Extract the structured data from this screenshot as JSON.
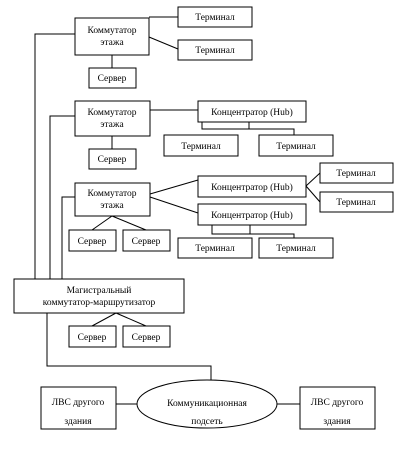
{
  "floor_switch": [
    "Коммутатор",
    "этажа"
  ],
  "terminal": "Терминал",
  "server": "Сервер",
  "hub": "Концентратор (Hub)",
  "backbone_router": [
    "Магистральный",
    "коммутатор-маршрутизатор"
  ],
  "comm_subnet": [
    "Коммуникационная",
    "подсеть"
  ],
  "lan_other_building": [
    "ЛВС другого",
    "здания"
  ]
}
